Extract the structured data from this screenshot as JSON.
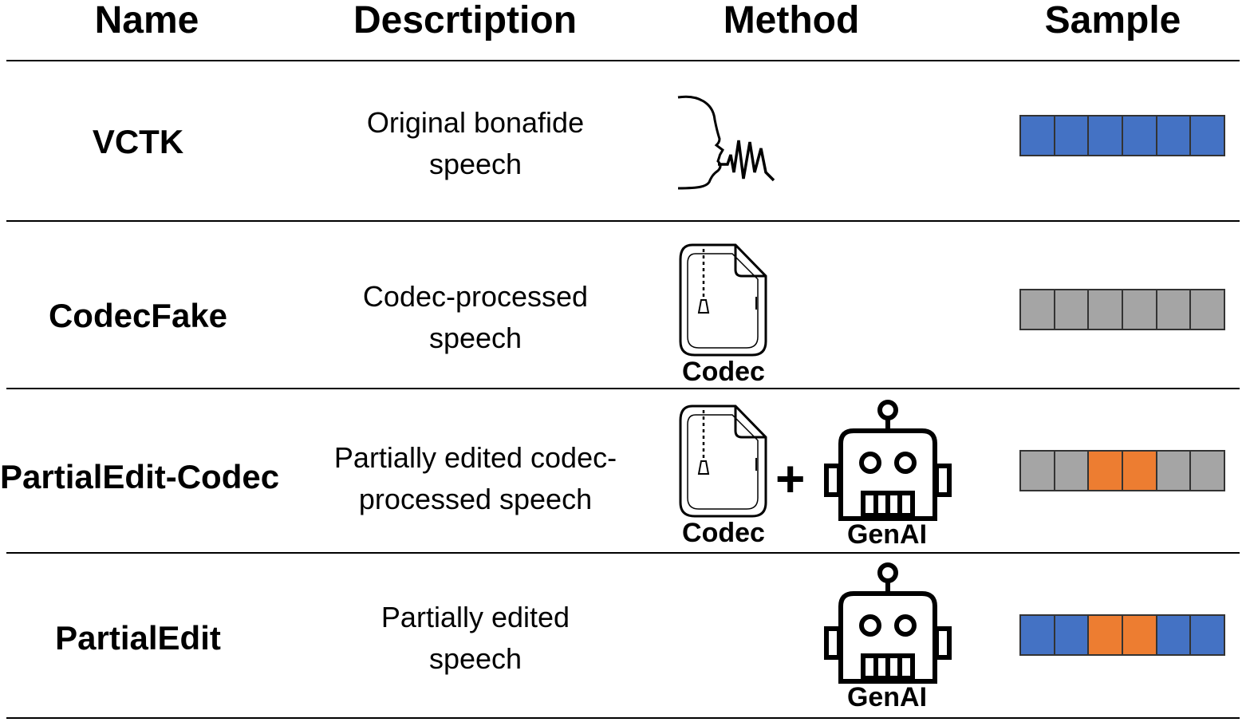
{
  "header": {
    "name": "Name",
    "description": "Descrtiption",
    "method": "Method",
    "sample": "Sample"
  },
  "icons": {
    "speech": "speaking-head-icon",
    "codec": "zip-file-icon",
    "genai": "robot-icon"
  },
  "labels": {
    "codec": "Codec",
    "genai": "GenAI",
    "plus": "+"
  },
  "colors": {
    "bonafide": "#4472C4",
    "codec": "#A5A5A5",
    "edited": "#ED7D31"
  },
  "rows": [
    {
      "name": "VCTK",
      "description": [
        "Original bonafide",
        "speech"
      ],
      "sample": [
        "bonafide",
        "bonafide",
        "bonafide",
        "bonafide",
        "bonafide",
        "bonafide"
      ]
    },
    {
      "name": "CodecFake",
      "description": [
        "Codec-processed",
        "speech"
      ],
      "sample": [
        "codec",
        "codec",
        "codec",
        "codec",
        "codec",
        "codec"
      ]
    },
    {
      "name": "PartialEdit-Codec",
      "description": [
        "Partially edited codec-",
        "processed speech"
      ],
      "sample": [
        "codec",
        "codec",
        "edited",
        "edited",
        "codec",
        "codec"
      ]
    },
    {
      "name": "PartialEdit",
      "description": [
        "Partially edited",
        "speech"
      ],
      "sample": [
        "bonafide",
        "bonafide",
        "edited",
        "edited",
        "bonafide",
        "bonafide"
      ]
    }
  ]
}
